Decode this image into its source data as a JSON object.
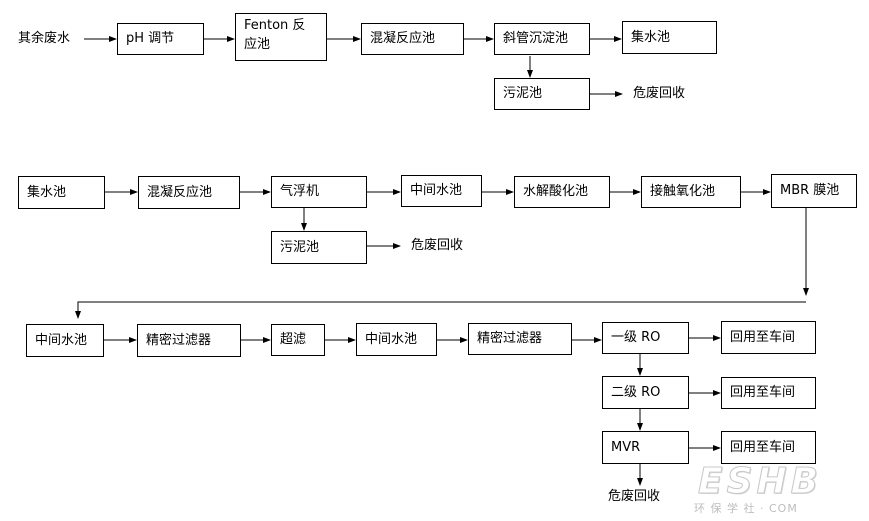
{
  "row1": {
    "start_label": "其余废水",
    "ph": "pH 调节",
    "fenton": "Fenton 反应池",
    "coag": "混凝反应池",
    "settler": "斜管沉淀池",
    "collect": "集水池",
    "sludge": "污泥池",
    "sludge_out": "危废回收"
  },
  "row2": {
    "collect": "集水池",
    "coag": "混凝反应池",
    "flotation": "气浮机",
    "middle": "中间水池",
    "hydrolysis": "水解酸化池",
    "contact_ox": "接触氧化池",
    "mbr": "MBR 膜池",
    "sludge": "污泥池",
    "sludge_out": "危废回收"
  },
  "row3": {
    "middle1": "中间水池",
    "filter1": "精密过滤器",
    "uf": "超滤",
    "middle2": "中间水池",
    "filter2": "精密过滤器",
    "ro1": "一级 RO",
    "ro2": "二级 RO",
    "mvr": "MVR",
    "reuse1": "回用至车间",
    "reuse2": "回用至车间",
    "reuse3": "回用至车间",
    "mvr_out": "危废回收"
  },
  "watermark": {
    "main": "ESHB",
    "sub": "环 保 学 社 · COM"
  }
}
